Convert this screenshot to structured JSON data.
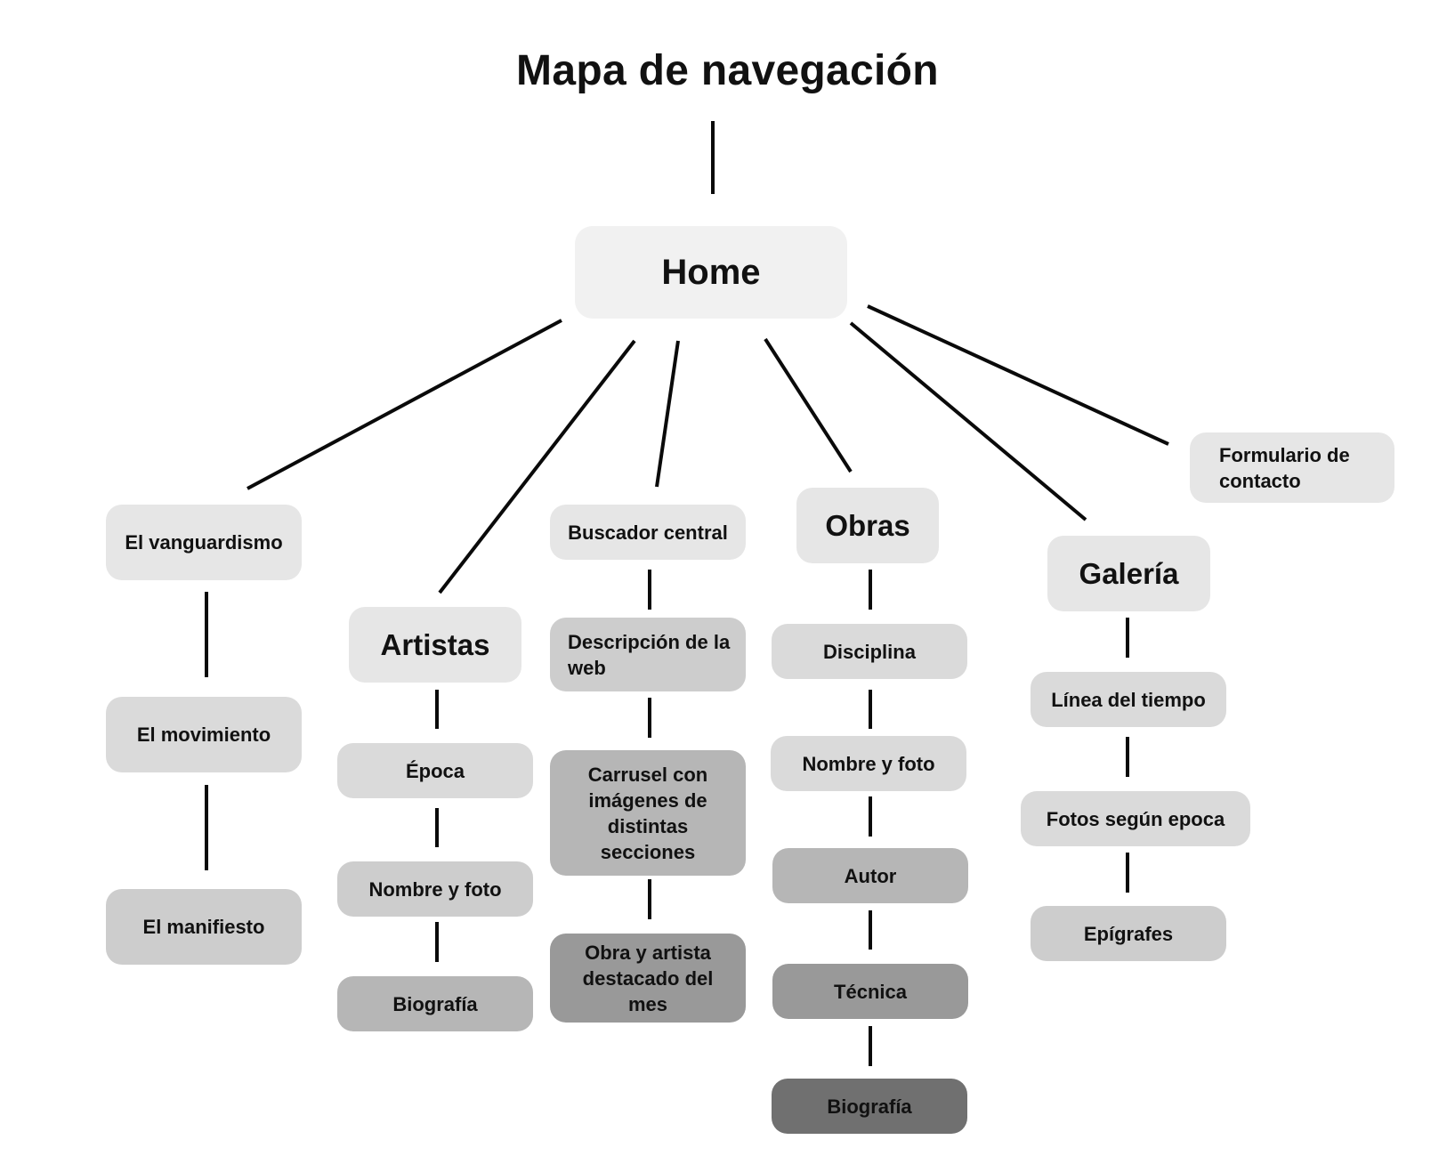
{
  "title": "Mapa de navegación",
  "home": "Home",
  "columns": {
    "vanguardismo": {
      "head": "El vanguardismo",
      "items": [
        "El movimiento",
        "El manifiesto"
      ]
    },
    "artistas": {
      "head": "Artistas",
      "items": [
        "Época",
        "Nombre y foto",
        "Biografía"
      ]
    },
    "buscador": {
      "head": "Buscador central",
      "items": [
        "Descripción de la web",
        "Carrusel con imágenes de distintas secciones",
        "Obra y artista destacado del mes"
      ]
    },
    "obras": {
      "head": "Obras",
      "items": [
        "Disciplina",
        "Nombre y foto",
        "Autor",
        "Técnica",
        "Biografía"
      ]
    },
    "galeria": {
      "head": "Galería",
      "items": [
        "Línea del tiempo",
        "Fotos según epoca",
        "Epígrafes"
      ]
    },
    "contacto": {
      "head": "Formulario de contacto"
    }
  }
}
